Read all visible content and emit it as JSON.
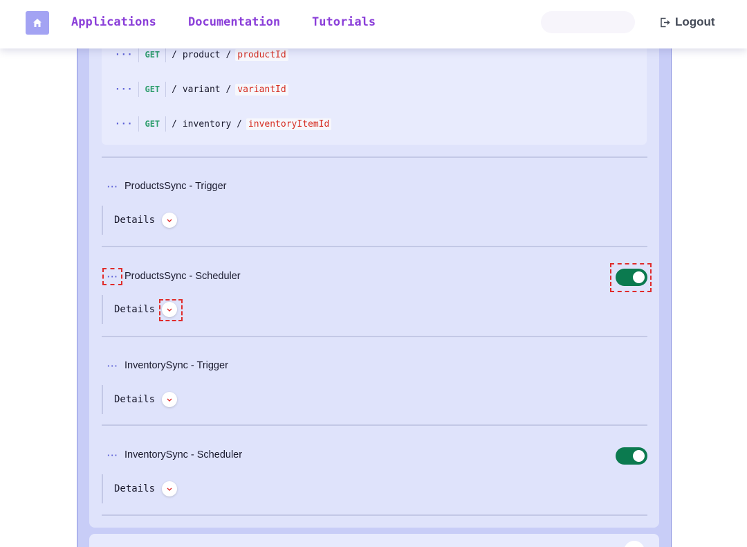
{
  "nav": {
    "applications": "Applications",
    "documentation": "Documentation",
    "tutorials": "Tutorials",
    "logout": "Logout"
  },
  "endpoints": [
    {
      "dots": "···",
      "method": "GET",
      "path": "/ product /",
      "param": "productId"
    },
    {
      "dots": "···",
      "method": "GET",
      "path": "/ variant /",
      "param": "variantId"
    },
    {
      "dots": "···",
      "method": "GET",
      "path": "/ inventory /",
      "param": "inventoryItemId"
    }
  ],
  "jobs": [
    {
      "title": "ProductsSync - Trigger",
      "details_label": "Details",
      "has_toggle": false
    },
    {
      "title": "ProductsSync - Scheduler",
      "details_label": "Details",
      "has_toggle": true,
      "toggle_on": true
    },
    {
      "title": "InventorySync - Trigger",
      "details_label": "Details",
      "has_toggle": false
    },
    {
      "title": "InventorySync - Scheduler",
      "details_label": "Details",
      "has_toggle": true,
      "toggle_on": true
    }
  ],
  "colors": {
    "accent_purple": "#8b3fd9",
    "method_green": "#2f9e6e",
    "param_red": "#d62d20",
    "toggle_green": "#0b7a4f",
    "highlight_red": "#e02b2b"
  }
}
